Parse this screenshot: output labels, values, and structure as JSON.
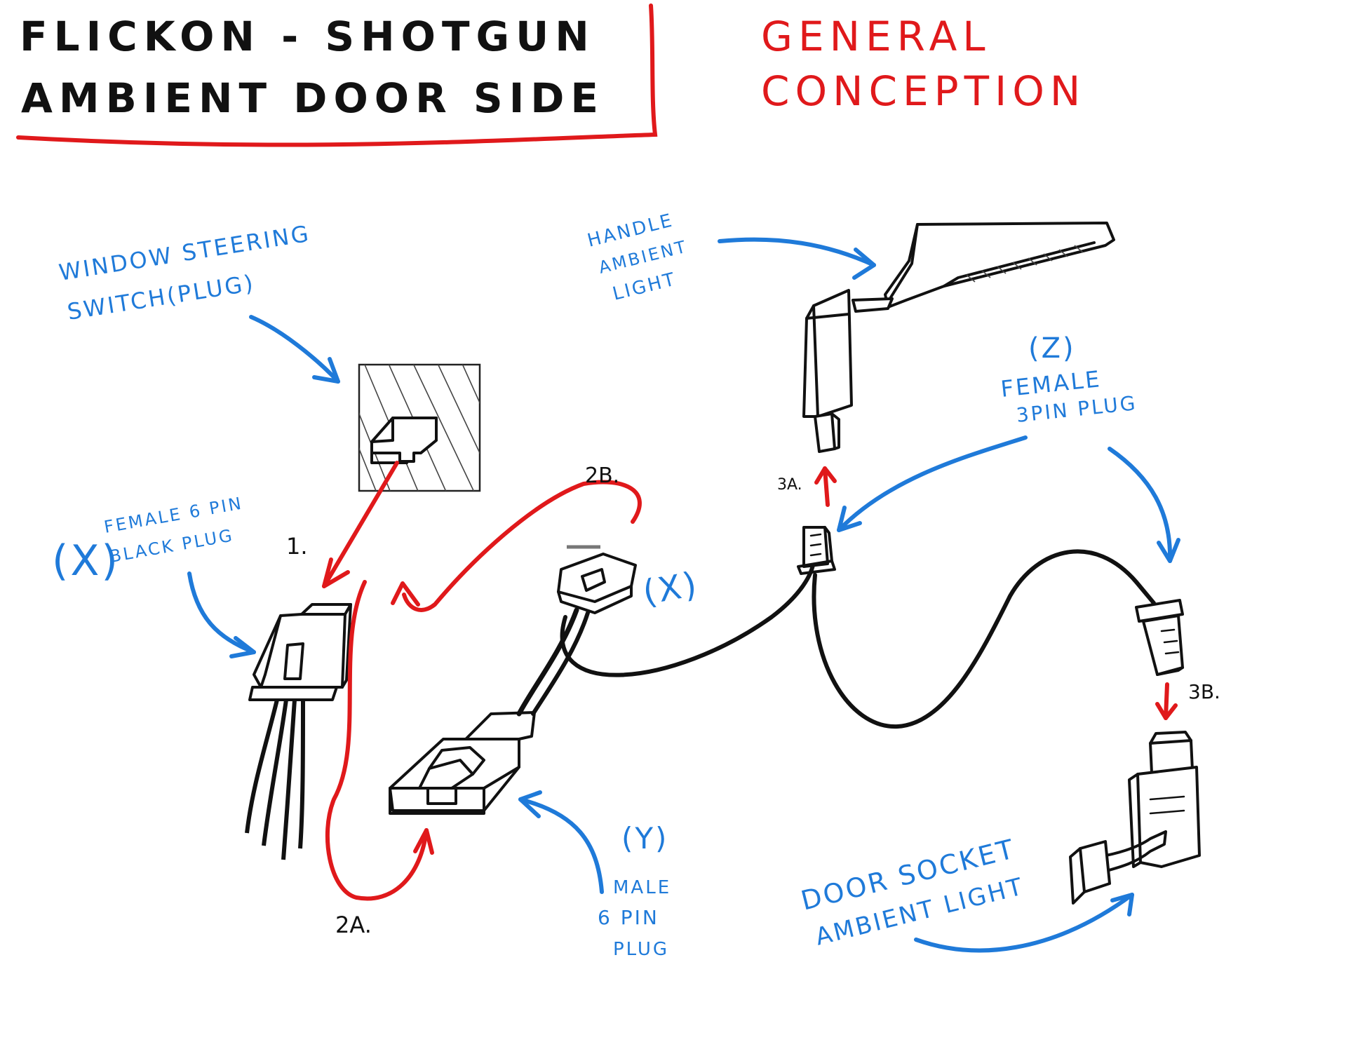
{
  "title": {
    "line1": "FLICKON - SHOTGUN",
    "line2": "AMBIENT DOOR SIDE",
    "subtitle_line1": "GENERAL",
    "subtitle_line2": "CONCEPTION"
  },
  "colors": {
    "ink": "#111111",
    "red": "#e0191b",
    "blue": "#1f7ad9"
  },
  "labels": {
    "window_switch": [
      "WINDOW STEERING",
      "SWITCH(PLUG)"
    ],
    "handle_light": [
      "HANDLE",
      "AMBIENT",
      "LIGHT"
    ],
    "female_3pin": [
      "(Z)",
      "FEMALE",
      "3PIN PLUG"
    ],
    "female_6pin_mark": "(X)",
    "female_6pin": [
      "FEMALE 6 PIN",
      "BLACK PLUG"
    ],
    "x_mark": "(X)",
    "male_6pin": [
      "(Y)",
      "MALE",
      "6 PIN",
      "PLUG"
    ],
    "door_socket": [
      "DOOR SOCKET",
      "AMBIENT LIGHT"
    ]
  },
  "step_numbers": {
    "s1": "1.",
    "s2a": "2A.",
    "s2b": "2B.",
    "s3a": "3A.",
    "s3b": "3B."
  },
  "icons": [
    "window-switch-plug-icon",
    "door-handle-light-icon",
    "female-6pin-connector-icon",
    "male-6pin-connector-icon",
    "female-3pin-plug-icon",
    "door-socket-light-icon"
  ]
}
